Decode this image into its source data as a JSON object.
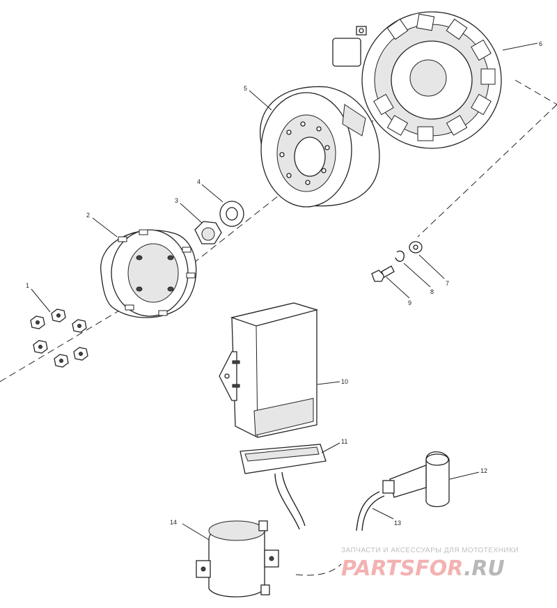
{
  "callouts": [
    "1",
    "2",
    "3",
    "4",
    "5",
    "6",
    "7",
    "8",
    "9",
    "10",
    "11",
    "12",
    "13",
    "14"
  ],
  "watermark": {
    "subtitle": "ЗАПЧАСТИ И АКСЕССУАРЫ ДЛЯ МОТОТЕХНИКИ",
    "brand": "PARTSFOR",
    "domain": ".RU",
    "brand_color": "#f3b2b2",
    "domain_color": "#b8b8b8"
  }
}
